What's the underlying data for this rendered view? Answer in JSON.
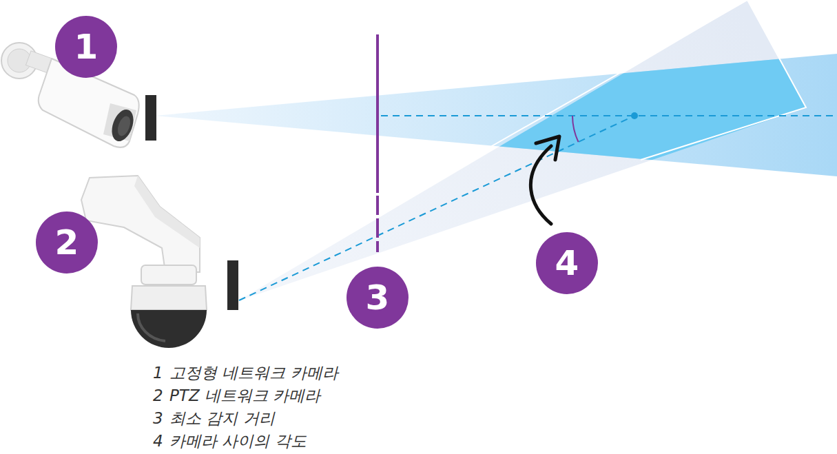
{
  "diagram": {
    "nodes": [
      {
        "text": [
          "1"
        ]
      },
      {
        "text": [
          "2"
        ]
      },
      {
        "text": [
          "3"
        ]
      },
      {
        "text": [
          "4"
        ]
      }
    ],
    "labels": [
      "1",
      "고정형 네트워크 카메라",
      "2",
      "PTZ 네트워크 카메라",
      "3",
      "최소 감지 거리",
      "4",
      "카메라 사이의 각도"
    ]
  }
}
